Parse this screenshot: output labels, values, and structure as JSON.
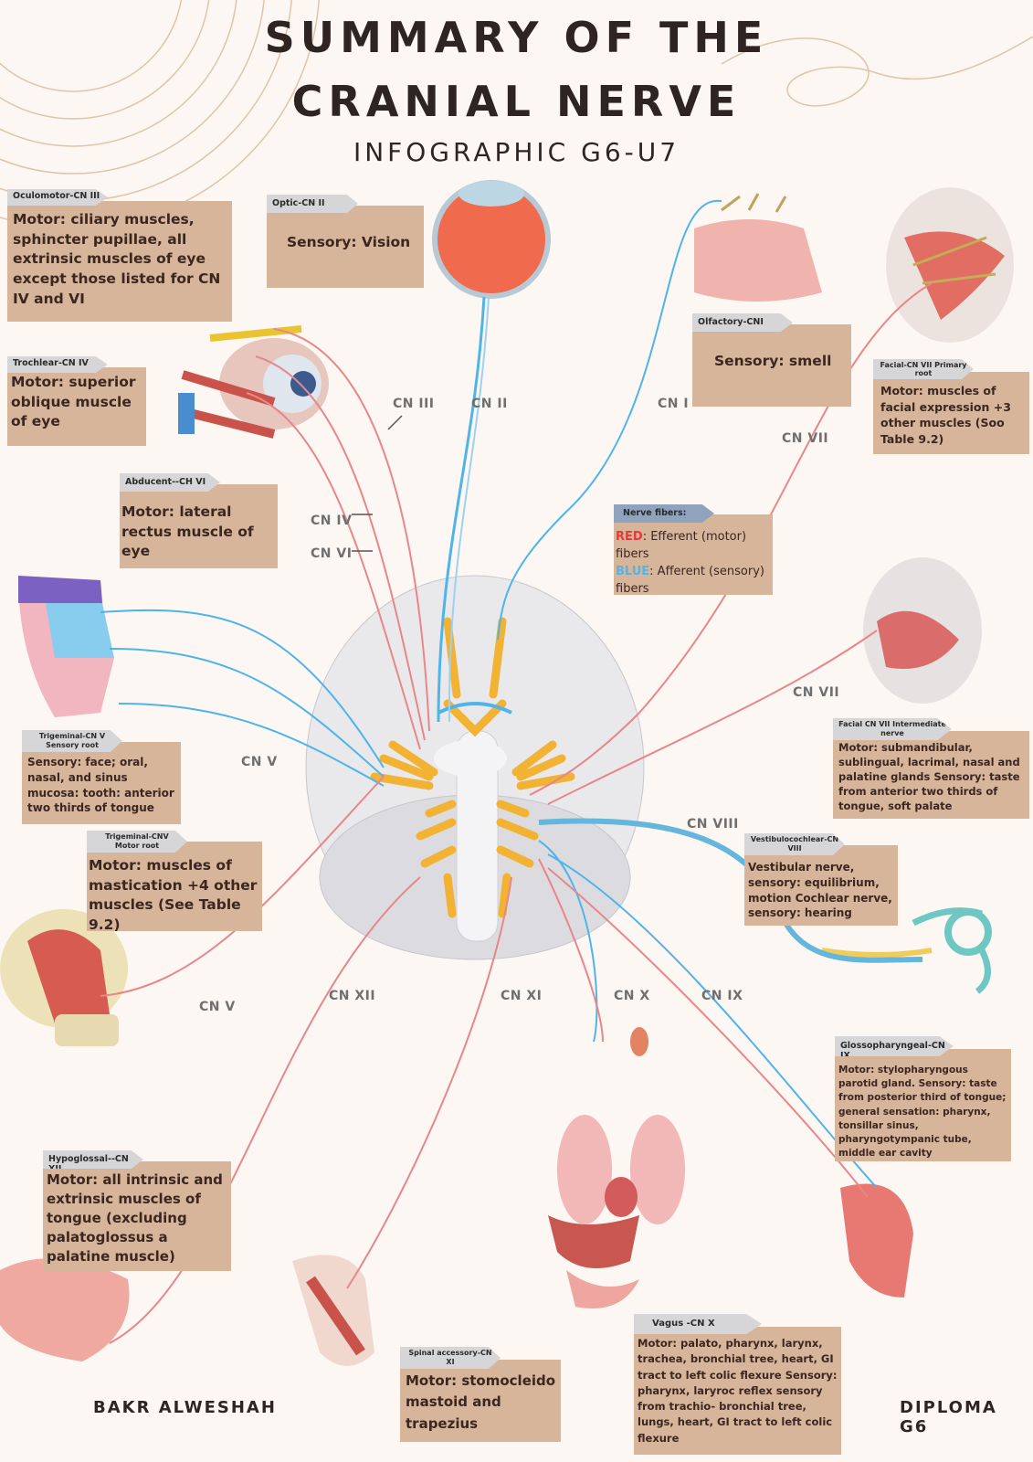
{
  "header": {
    "title_line1": "SUMMARY OF THE",
    "title_line2": "CRANIAL NERVE",
    "subtitle": "INFOGRAPHIC G6-U7"
  },
  "colors": {
    "box_background": "#d6b59b",
    "tab_background": "#d6d6d8",
    "legend_tab_background": "#8fa3bd",
    "efferent_motor": "#e8383a",
    "afferent_sensory": "#4fb4ea",
    "brain_nerve_yellow": "#f2b233",
    "page_background": "#fcf7f2"
  },
  "nerves": [
    {
      "id": "oculomotor",
      "tab": "Oculomotor-CN III",
      "text": "Motor: ciliary muscles, sphincter pupillae, all extrinsic muscles of eye except those listed for CN IV and VI"
    },
    {
      "id": "optic",
      "tab": "Optic-CN II",
      "text": "Sensory: Vision"
    },
    {
      "id": "olfactory",
      "tab": "Olfactory-CNI",
      "text": "Sensory: smell"
    },
    {
      "id": "facial-primary",
      "tab": "Facial-CN VII Primary root",
      "text": "Motor: muscles of facial expression +3 other muscles (Soo Table 9.2)"
    },
    {
      "id": "trochlear",
      "tab": "Trochlear-CN IV",
      "text": "Motor: superior oblique muscle of eye"
    },
    {
      "id": "abducent",
      "tab": "Abducent--CH VI",
      "text": "Motor: lateral rectus muscle of eye"
    },
    {
      "id": "trigeminal-sensory",
      "tab": "Trigeminal-CN V Sensory root",
      "text": "Sensory: face; oral, nasal, and sinus mucosa: tooth: anterior two thirds of tongue"
    },
    {
      "id": "trigeminal-motor",
      "tab": "Trigeminal-CNV Motor root",
      "text": "Motor: muscles of mastication +4 other muscles (See Table 9.2)"
    },
    {
      "id": "facial-intermediate",
      "tab": "Facial CN VII Intermediate nerve",
      "text": "Motor: submandibular, sublingual, lacrimal, nasal and palatine glands Sensory: taste from anterior two thirds of tongue, soft palate"
    },
    {
      "id": "vestibulocochlear",
      "tab": "Vestibulocochlear-CN VIII",
      "text": "Vestibular nerve, sensory: equilibrium, motion Cochlear nerve, sensory: hearing"
    },
    {
      "id": "glossopharyngeal",
      "tab": "Glossopharyngeal-CN IX",
      "text": "Motor: stylopharyngous parotid gland. Sensory: taste from posterior third of tongue; general sensation: pharynx, tonsillar sinus, pharyngotympanic tube, middle ear cavity"
    },
    {
      "id": "hypoglossal",
      "tab": "Hypoglossal--CN XII",
      "text": "Motor: all intrinsic and extrinsic muscles of tongue (excluding palatoglossus a palatine muscle)"
    },
    {
      "id": "spinal-accessory",
      "tab": "Spinal accessory-CN XI",
      "text": "Motor: stomocleido mastoid and trapezius"
    },
    {
      "id": "vagus",
      "tab": "Vagus -CN X",
      "text": "Motor: palato, pharynx, larynx, trachea, bronchial tree, heart, GI tract to left colic flexure Sensory: pharynx, laryroc reflex sensory from trachio- bronchial tree, lungs, heart, GI tract to left colic flexure"
    }
  ],
  "legend": {
    "tab": "Nerve fibers:",
    "red_key": "RED",
    "red_text": ": Efferent (motor) fibers",
    "blue_key": "BLUE",
    "blue_text": ": Afferent (sensory) fibers"
  },
  "diagram_labels": {
    "cn3": "CN III",
    "cn2": "CN II",
    "cn1": "CN I",
    "cn7_top": "CN VII",
    "cn4": "CN IV",
    "cn6": "CN VI",
    "cn7_mid": "CN VII",
    "cn5_upper": "CN V",
    "cn8": "CN VIII",
    "cn5_lower": "CN V",
    "cn12": "CN XII",
    "cn11": "CN XI",
    "cn10": "CN X",
    "cn9": "CN IX"
  },
  "footer": {
    "author": "BAKR ALWESHAH",
    "course": "DIPLOMA G6"
  }
}
